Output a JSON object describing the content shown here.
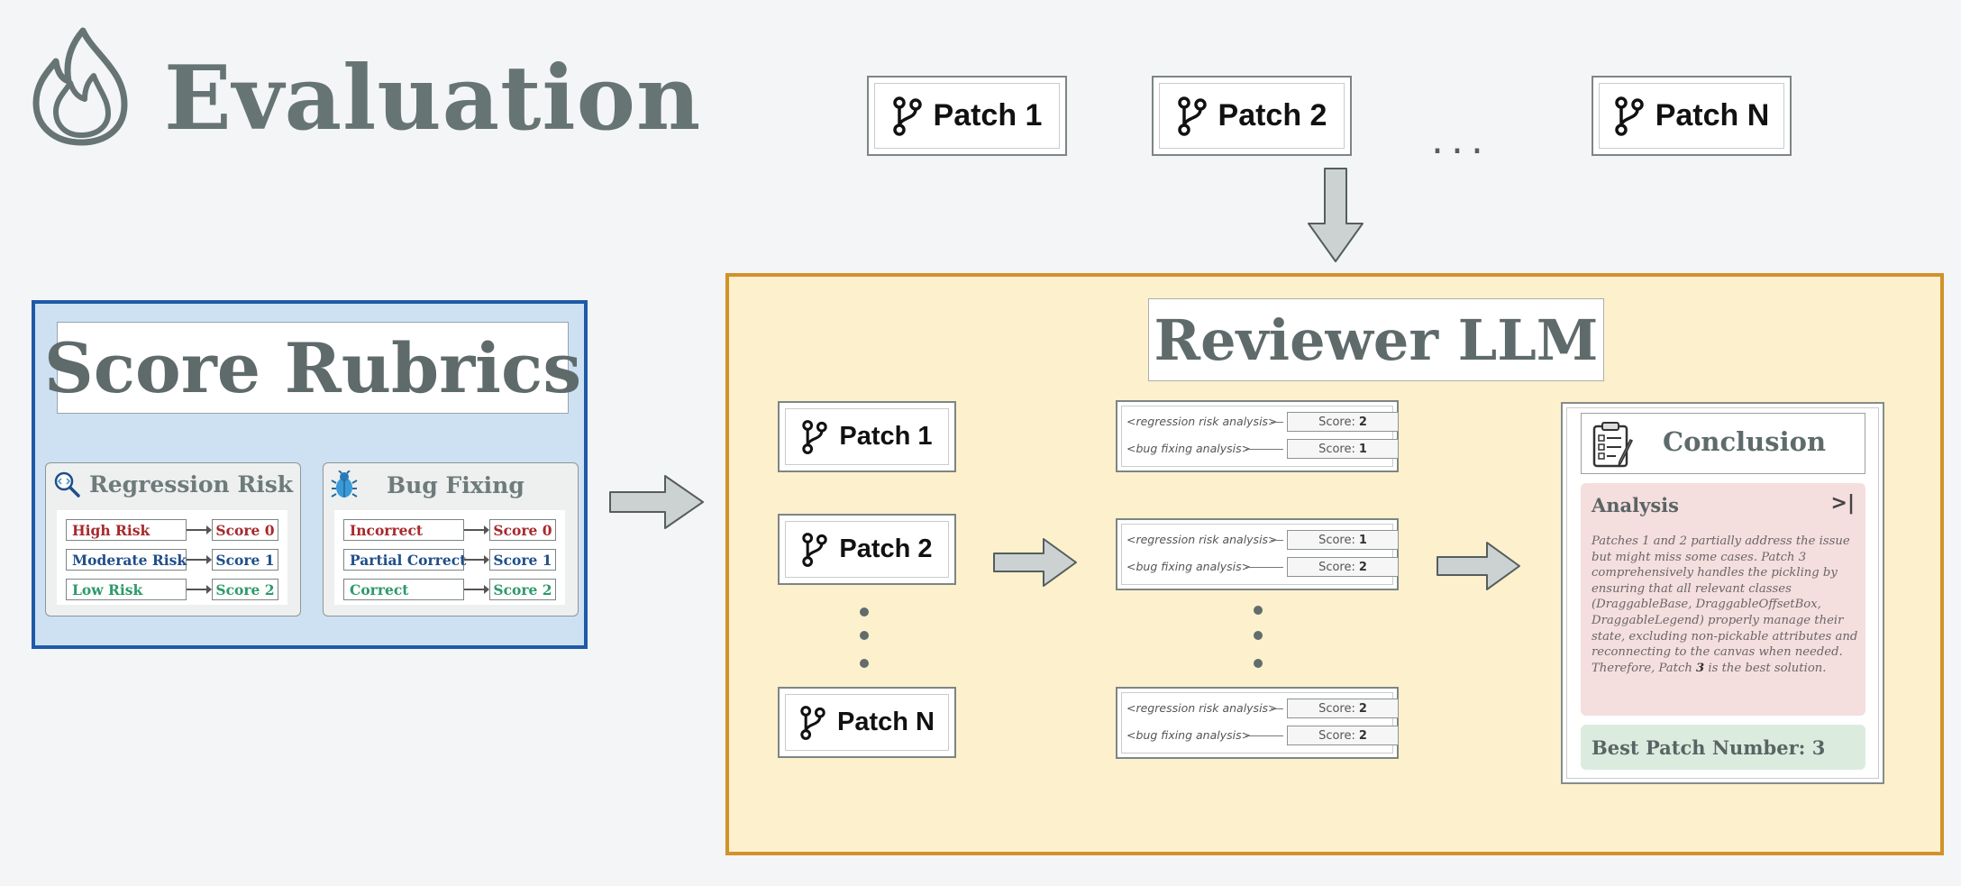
{
  "title": "Evaluation",
  "top_patches": [
    {
      "label": "Patch 1"
    },
    {
      "label": "Patch 2"
    },
    {
      "label": "Patch N"
    }
  ],
  "top_ellipsis": "...",
  "rubrics": {
    "title": "Score Rubrics",
    "regression": {
      "heading": "Regression Risk",
      "rows": [
        {
          "label": "High Risk",
          "score": "Score 0"
        },
        {
          "label": "Moderate Risk",
          "score": "Score 1"
        },
        {
          "label": "Low Risk",
          "score": "Score 2"
        }
      ]
    },
    "bug": {
      "heading": "Bug Fixing",
      "rows": [
        {
          "label": "Incorrect",
          "score": "Score 0"
        },
        {
          "label": "Partial Correct",
          "score": "Score 1"
        },
        {
          "label": "Correct",
          "score": "Score 2"
        }
      ]
    }
  },
  "reviewer": {
    "title": "Reviewer LLM",
    "patches": [
      {
        "label": "Patch 1"
      },
      {
        "label": "Patch 2"
      },
      {
        "label": "Patch N"
      }
    ],
    "analyses": [
      {
        "regression_label": "<regression risk analysis>",
        "regression_score_prefix": "Score:",
        "regression_score": "2",
        "bug_label": "<bug fixing analysis>",
        "bug_score_prefix": "Score:",
        "bug_score": "1"
      },
      {
        "regression_label": "<regression risk analysis>",
        "regression_score_prefix": "Score:",
        "regression_score": "1",
        "bug_label": "<bug fixing analysis>",
        "bug_score_prefix": "Score:",
        "bug_score": "2"
      },
      {
        "regression_label": "<regression risk analysis>",
        "regression_score_prefix": "Score:",
        "regression_score": "2",
        "bug_label": "<bug fixing analysis>",
        "bug_score_prefix": "Score:",
        "bug_score": "2"
      }
    ],
    "conclusion": {
      "title": "Conclusion",
      "analysis_title": "Analysis",
      "collapse_symbol": ">|",
      "analysis_before": "Patches 1 and 2 partially address the issue but might miss some cases. Patch 3 comprehensively handles the pickling by ensuring that all relevant classes (DraggableBase, DraggableOffsetBox, DraggableLegend) properly manage their state, excluding non-pickable attributes and reconnecting to the canvas when needed. Therefore, Patch ",
      "analysis_emphasis": "3",
      "analysis_after": " is the best solution.",
      "best_patch": "Best Patch Number: 3"
    }
  },
  "colors": {
    "title_gray": "#667474",
    "rubric_border": "#1f5aa8",
    "rubric_fill": "#cde1f3",
    "reviewer_border": "#d2912b",
    "reviewer_fill": "#fdf0cc",
    "score0": "#a8282c",
    "score1": "#1f4f8a",
    "score2": "#2e9a6a",
    "analysis_fill": "#f4dede",
    "best_fill": "#dbecdf"
  }
}
